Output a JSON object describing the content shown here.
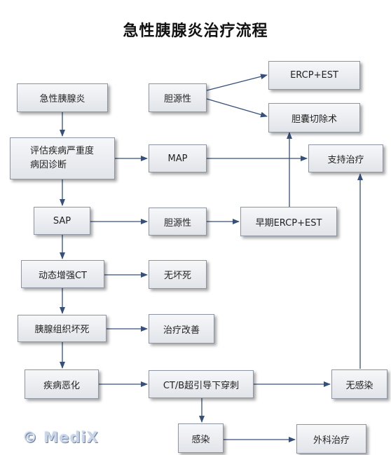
{
  "title": "急性胰腺炎治疗流程",
  "nodes": {
    "acute_pancreatitis": "急性胰腺炎",
    "assess": "评估疾病严重度\n病因诊断",
    "sap": "SAP",
    "ct": "动态增强CT",
    "necrosis": "胰腺组织坏死",
    "worsen": "疾病恶化",
    "biliary_top": "胆源性",
    "ercp_est": "ERCP+EST",
    "cholecystectomy": "胆囊切除术",
    "map": "MAP",
    "supportive": "支持治疗",
    "biliary_mid": "胆源性",
    "early_ercp": "早期ERCP+EST",
    "no_necrosis": "无坏死",
    "improve": "治疗改善",
    "puncture": "CT/B超引导下穿刺",
    "no_infection": "无感染",
    "infection": "感染",
    "surgery": "外科治疗"
  },
  "watermark": "© MediX"
}
